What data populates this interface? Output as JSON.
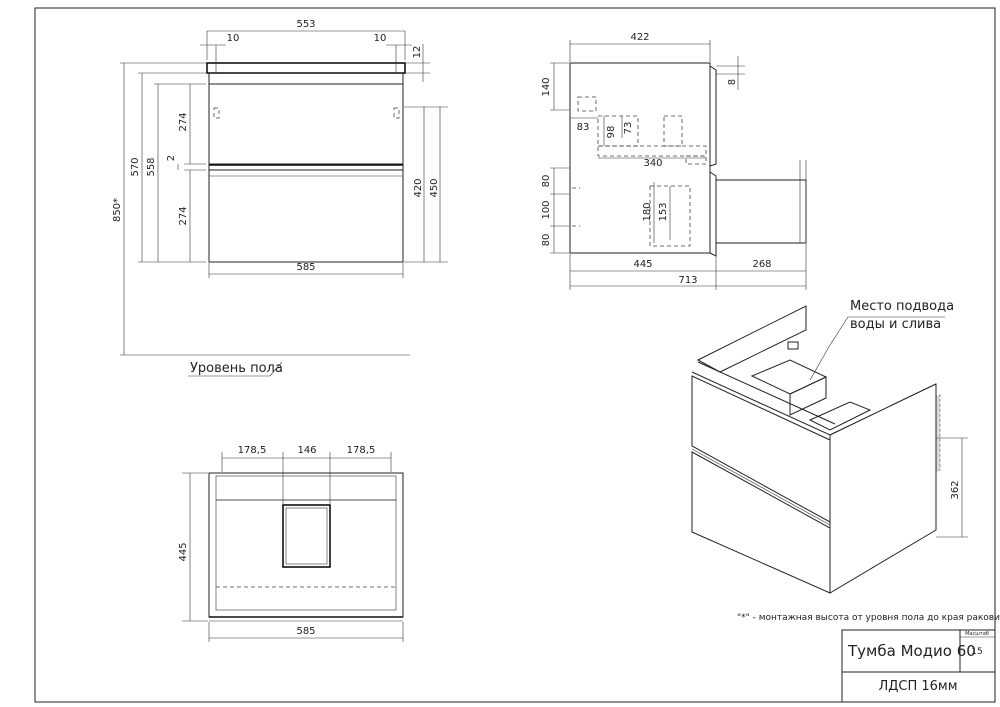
{
  "front_view": {
    "top_width": "553",
    "inset_left": "10",
    "inset_right": "10",
    "top_thickness": "12",
    "height_total": "850*",
    "height_body": "570",
    "height_inner": "558",
    "drawer_gap": "2",
    "drawer_upper": "274",
    "drawer_lower": "274",
    "right_inner": "420",
    "right_outer": "450",
    "bottom_width": "585",
    "floor_label": "Уровень пола"
  },
  "side_view": {
    "depth_top": "422",
    "offset_small": "8",
    "h140": "140",
    "w83": "83",
    "h98": "98",
    "h73": "73",
    "w340": "340",
    "h80a": "80",
    "h100": "100",
    "h80b": "80",
    "h180": "180",
    "h153": "153",
    "depth_445": "445",
    "drawer_out_268": "268",
    "depth_total": "713"
  },
  "top_view": {
    "seg_left": "178,5",
    "seg_mid": "146",
    "seg_right": "178,5",
    "depth": "445",
    "width": "585"
  },
  "iso_view": {
    "callout_line1": "Место подвода",
    "callout_line2": "воды и слива",
    "height_362": "362"
  },
  "footnote": "\"*\" - монтажная высота от уровня пола до края раковины",
  "title_block": {
    "product": "Тумба Модио 60",
    "scale_label": "Масштаб",
    "scale_value": "15",
    "material": "ЛДСП 16мм"
  }
}
